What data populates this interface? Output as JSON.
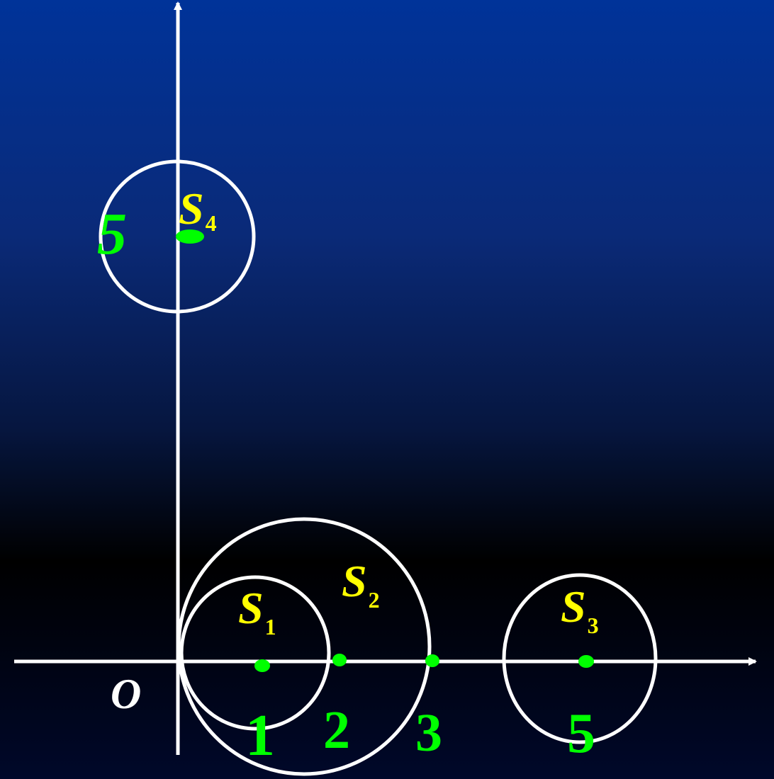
{
  "labels": {
    "origin": "O",
    "s1": "S",
    "s1_sub": "1",
    "s2": "S",
    "s2_sub": "2",
    "s3": "S",
    "s3_sub": "3",
    "s4": "S",
    "s4_sub": "4",
    "num_1": "1",
    "num_2": "2",
    "num_3": "3",
    "num_5_right": "5",
    "num_5_left": "5"
  },
  "colors": {
    "axis": "#ffffff",
    "circle": "#ffffff",
    "point": "#00ff00",
    "label_s": "#ffff00",
    "label_num": "#00ff00",
    "background_top": "#003399",
    "background_bottom": "#000000"
  }
}
